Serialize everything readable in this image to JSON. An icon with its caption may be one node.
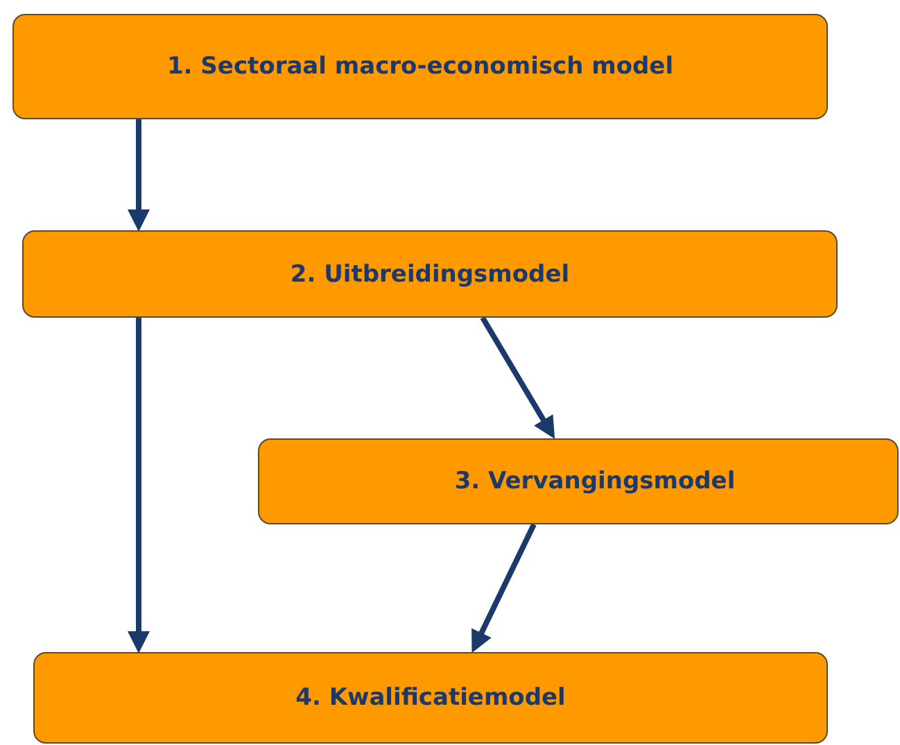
{
  "diagram": {
    "nodes": [
      {
        "text": [
          "1. Sectoraal macro-economisch model"
        ]
      },
      {
        "text": [
          "2. Uitbreidingsmodel"
        ]
      },
      {
        "text": [
          "3. Vervangingsmodel"
        ]
      },
      {
        "text": [
          "4. Kwalificatiemodel"
        ]
      }
    ],
    "edges": [
      {
        "from": 0,
        "to": 1,
        "arrow": "to"
      },
      {
        "from": 1,
        "to": 3,
        "arrow": "to"
      },
      {
        "from": 1,
        "to": 2,
        "arrow": "to"
      },
      {
        "from": 2,
        "to": 3,
        "arrow": "to"
      }
    ]
  }
}
